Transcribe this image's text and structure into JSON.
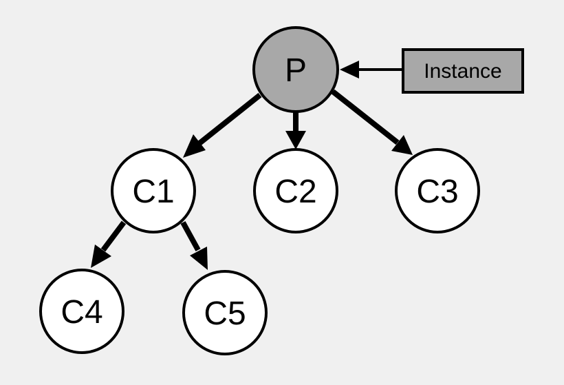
{
  "colors": {
    "background": "#f0f0f0",
    "parent_fill": "#a8a8a8",
    "child_fill": "#ffffff",
    "instance_fill": "#a8a8a8",
    "stroke": "#000000"
  },
  "nodes": {
    "p": "P",
    "c1": "C1",
    "c2": "C2",
    "c3": "C3",
    "c4": "C4",
    "c5": "C5"
  },
  "instance": {
    "label": "Instance"
  }
}
